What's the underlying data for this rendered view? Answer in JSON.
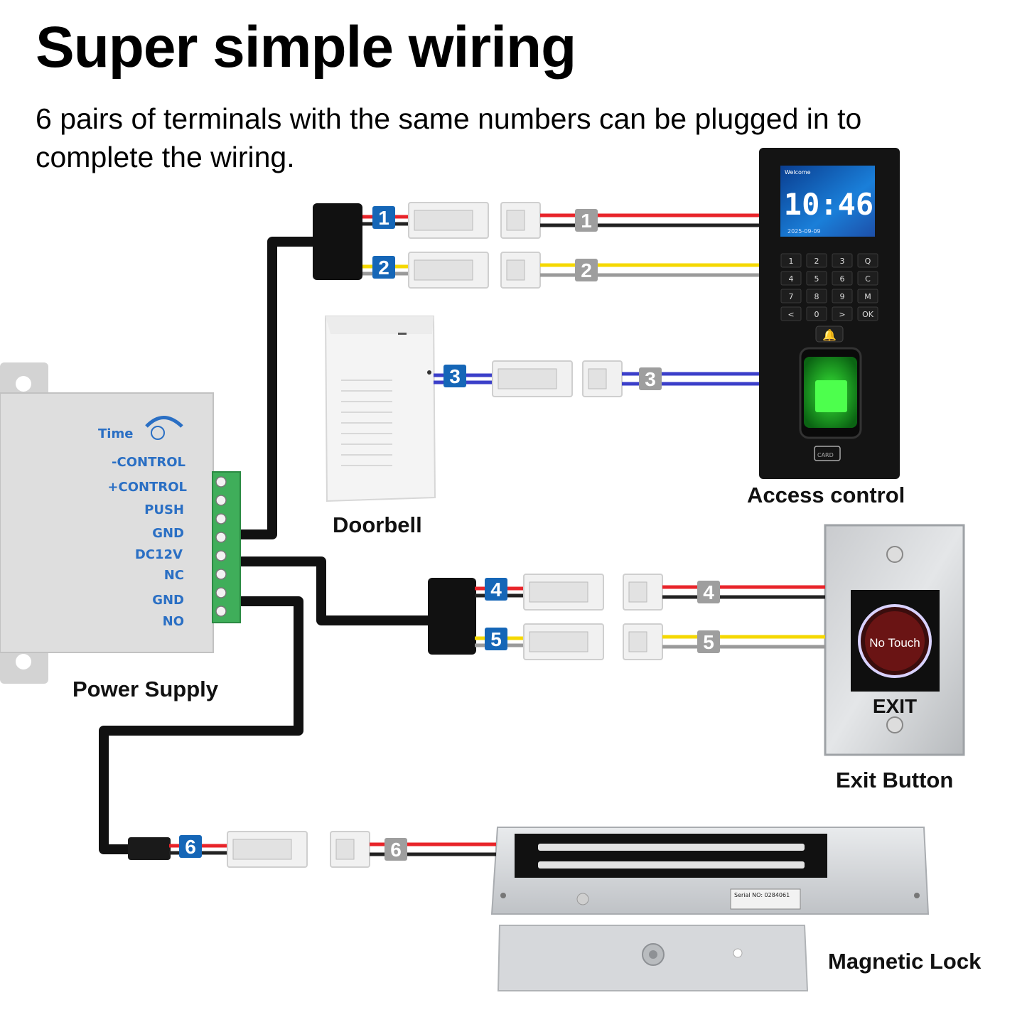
{
  "header": {
    "title": "Super simple wiring",
    "subtitle": "6 pairs of terminals with the same numbers can be plugged in to complete the wiring."
  },
  "devices": {
    "power_supply": {
      "label": "Power Supply",
      "terminals": [
        "-CONTROL",
        "+CONTROL",
        "PUSH",
        "GND",
        "DC12V",
        "NC",
        "GND",
        "NO"
      ],
      "time_label": "Time"
    },
    "doorbell": {
      "label": "Doorbell"
    },
    "access_control": {
      "label": "Access control",
      "clock": "10:46",
      "screen_welcome": "Welcome",
      "screen_date": "2025-09-09",
      "keys": [
        "1",
        "2",
        "3",
        "Q",
        "4",
        "5",
        "6",
        "C",
        "7",
        "8",
        "9",
        "M",
        "<",
        "0",
        ">",
        "OK"
      ],
      "card_label": "CARD"
    },
    "exit_button": {
      "label": "Exit Button",
      "sensor_text": "No Touch",
      "exit_text": "EXIT"
    },
    "magnetic_lock": {
      "label": "Magnetic Lock",
      "serial": "Serial NO: 0284061"
    }
  },
  "connectors": {
    "pair_numbers": [
      "1",
      "2",
      "3",
      "4",
      "5",
      "6"
    ],
    "colors": {
      "red": "#e8242a",
      "black": "#222222",
      "yellow": "#f5d800",
      "gray": "#9a9a9a",
      "blue": "#3b3fc9",
      "tag_blue": "#1566b7",
      "tag_gray": "#9e9e9e"
    }
  }
}
